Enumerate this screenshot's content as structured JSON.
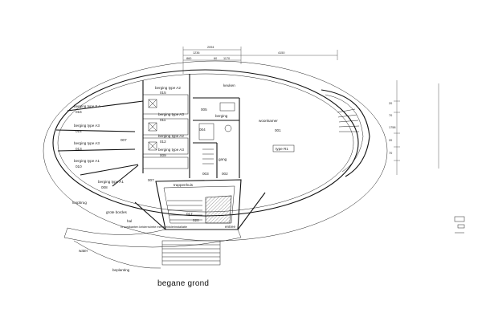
{
  "drawing_title": "begane grond",
  "dimensions": {
    "top_total": "2094",
    "top_a": "1236",
    "top_b": "4150",
    "top_c": "860",
    "top_d": "60",
    "top_e": "1170",
    "side": [
      "20",
      "70",
      "1758",
      "20",
      "70"
    ]
  },
  "rooms": {
    "r015": {
      "label": "berging type A2",
      "code": "015"
    },
    "r016": {
      "label": "berging type 8 A",
      "code": "016"
    },
    "r014": {
      "label": "berging type A3",
      "code": "014"
    },
    "r013": {
      "label": "berging type A3",
      "code": "013"
    },
    "r010": {
      "label": "berging type A1",
      "code": "010"
    },
    "r008": {
      "label": "berging type A1",
      "code": "008"
    },
    "r011": {
      "label": "berging type A3",
      "code": "011"
    },
    "r009": {
      "label": "berging type A3",
      "code": "009"
    },
    "r012": {
      "label": "berging type A2",
      "code": "012"
    },
    "r001": {
      "label": "woonkamer",
      "code": "001"
    },
    "r005": {
      "label": "005"
    },
    "r006": {
      "label": "berging"
    },
    "r007a": {
      "label": "007"
    },
    "r007b": {
      "label": "007"
    },
    "r004": {
      "label": "004"
    },
    "r002": {
      "label": "002"
    },
    "r003": {
      "label": "003"
    },
    "r017": {
      "label": "017"
    },
    "r020": {
      "label": "020"
    }
  },
  "labels": {
    "keuken": "keuken",
    "gang": "gang",
    "type": "type R1",
    "trappenhuis": "trappenhuis",
    "hal": "hal",
    "entree": "entree",
    "grote_bordes": "grote bordes",
    "water": "water",
    "beplanting": "beplanting",
    "loopbrug": "loopbrug",
    "note": "N oostkanten kelderruimte met sprinklerinstallatie"
  }
}
